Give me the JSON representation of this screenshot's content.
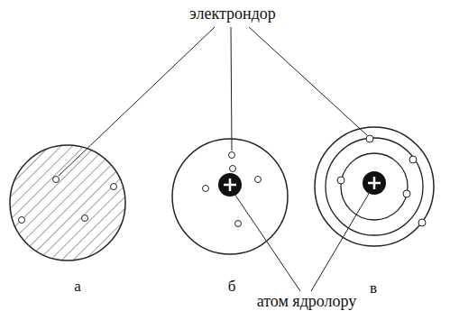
{
  "diagram": {
    "labels": [
      "электрондор",
      "а",
      "б",
      "в",
      "атом ядролору"
    ]
  }
}
